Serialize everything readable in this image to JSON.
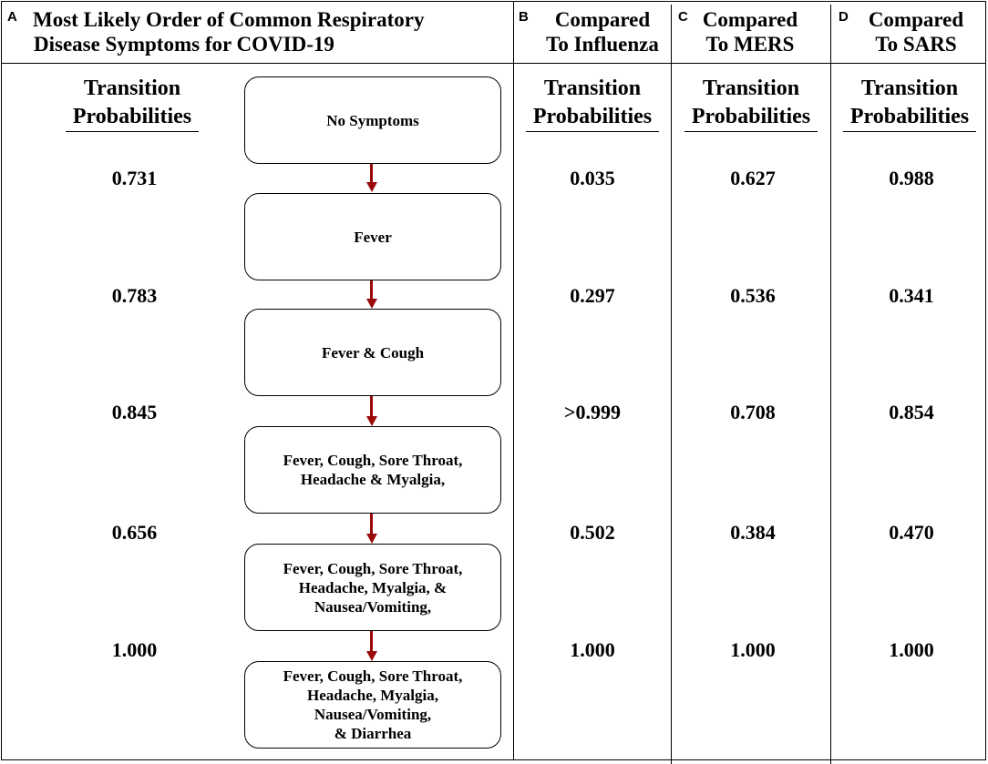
{
  "colors": {
    "arrow": "#9b0a0a",
    "border": "#000000"
  },
  "panels": {
    "a": {
      "letter": "A",
      "title_line1": "Most Likely Order of Common Respiratory",
      "title_line2": "Disease Symptoms  for COVID-19"
    },
    "b": {
      "letter": "B",
      "title_line1": "Compared",
      "title_line2": "To Influenza"
    },
    "c": {
      "letter": "C",
      "title_line1": "Compared",
      "title_line2": "To MERS"
    },
    "d": {
      "letter": "D",
      "title_line1": "Compared",
      "title_line2": "To SARS"
    }
  },
  "tp_header": {
    "line1": "Transition",
    "line2": "Probabilities"
  },
  "states": [
    "No Symptoms",
    "Fever",
    "Fever & Cough",
    "Fever, Cough, Sore Throat,\nHeadache & Myalgia,",
    "Fever, Cough, Sore Throat,\nHeadache, Myalgia, &\nNausea/Vomiting,",
    "Fever, Cough, Sore Throat,\nHeadache, Myalgia,\nNausea/Vomiting,\n& Diarrhea"
  ],
  "probabilities": {
    "covid19": [
      "0.731",
      "0.783",
      "0.845",
      "0.656",
      "1.000"
    ],
    "influenza": [
      "0.035",
      "0.297",
      ">0.999",
      "0.502",
      "1.000"
    ],
    "mers": [
      "0.627",
      "0.536",
      "0.708",
      "0.384",
      "1.000"
    ],
    "sars": [
      "0.988",
      "0.341",
      "0.854",
      "0.470",
      "1.000"
    ]
  }
}
